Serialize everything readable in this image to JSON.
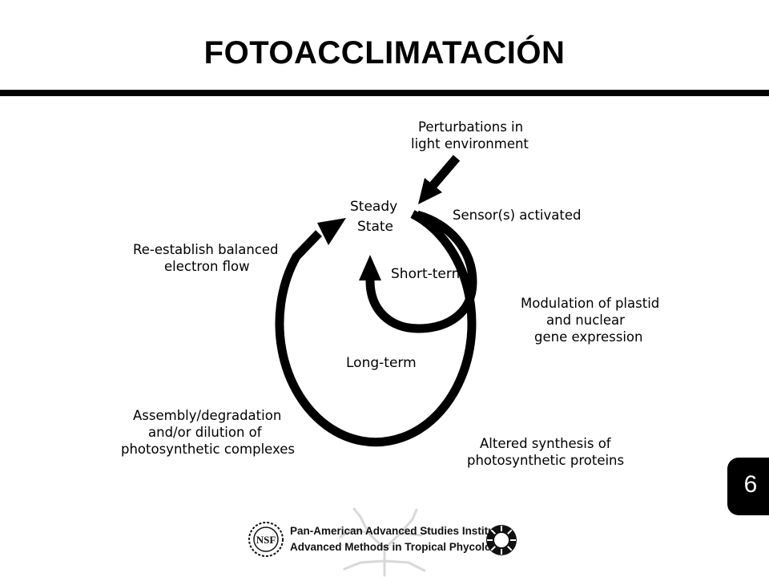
{
  "page": {
    "title": "FOTOACCLIMATACIÓN",
    "number": "6"
  },
  "diagram": {
    "perturbations": [
      "Perturbations in",
      "light environment"
    ],
    "steady_state": [
      "Steady",
      "State"
    ],
    "sensor": "Sensor(s) activated",
    "reestablish": [
      "Re-establish balanced",
      "electron flow"
    ],
    "short_term": "Short-term",
    "modulation": [
      "Modulation of plastid",
      "and nuclear",
      "gene expression"
    ],
    "long_term": "Long-term",
    "assembly": [
      "Assembly/degradation",
      "and/or dilution of",
      "photosynthetic complexes"
    ],
    "altered": [
      "Altered synthesis of",
      "photosynthetic proteins"
    ]
  },
  "footer": {
    "line1": "Pan-American Advanced Studies Institute",
    "line2": "Advanced Methods in Tropical Phycology",
    "nsf_logo_text": "NSF"
  }
}
